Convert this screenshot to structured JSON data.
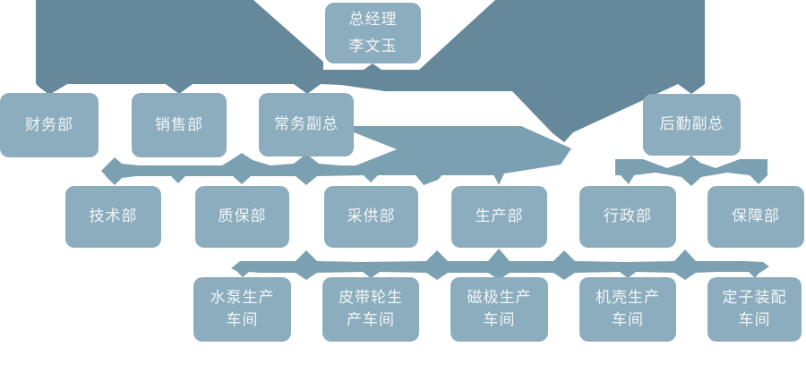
{
  "palette": {
    "background": "#ffffff",
    "node_fill": "#8cadbe",
    "connector_dark": "#65889a",
    "connector_medium": "#7ba0b1",
    "node_text": "#f2f6f8"
  },
  "org_chart": {
    "type": "org-hierarchy",
    "levels": [
      {
        "level": 1,
        "nodes": [
          {
            "id": "general_manager",
            "label": "总经理\n李文玉"
          }
        ]
      },
      {
        "level": 2,
        "nodes": [
          {
            "id": "finance_dept",
            "label": "财务部"
          },
          {
            "id": "sales_dept",
            "label": "销售部"
          },
          {
            "id": "executive_deputy_gm",
            "label": "常务副总"
          },
          {
            "id": "logistics_deputy_gm",
            "label": "后勤副总"
          }
        ]
      },
      {
        "level": 3,
        "nodes": [
          {
            "id": "technology_dept",
            "label": "技术部"
          },
          {
            "id": "quality_assurance_dept",
            "label": "质保部"
          },
          {
            "id": "procurement_dept",
            "label": "采供部"
          },
          {
            "id": "production_dept",
            "label": "生产部"
          },
          {
            "id": "administration_dept",
            "label": "行政部"
          },
          {
            "id": "support_dept",
            "label": "保障部"
          }
        ]
      },
      {
        "level": 4,
        "nodes": [
          {
            "id": "water_pump_workshop",
            "label": "水泵生产\n车间"
          },
          {
            "id": "belt_pulley_workshop",
            "label": "皮带轮生\n产车间"
          },
          {
            "id": "magnetic_pole_workshop",
            "label": "磁极生产\n车间"
          },
          {
            "id": "casing_workshop",
            "label": "机壳生产\n车间"
          },
          {
            "id": "stator_assembly_workshop",
            "label": "定子装配\n车间"
          }
        ]
      }
    ]
  }
}
